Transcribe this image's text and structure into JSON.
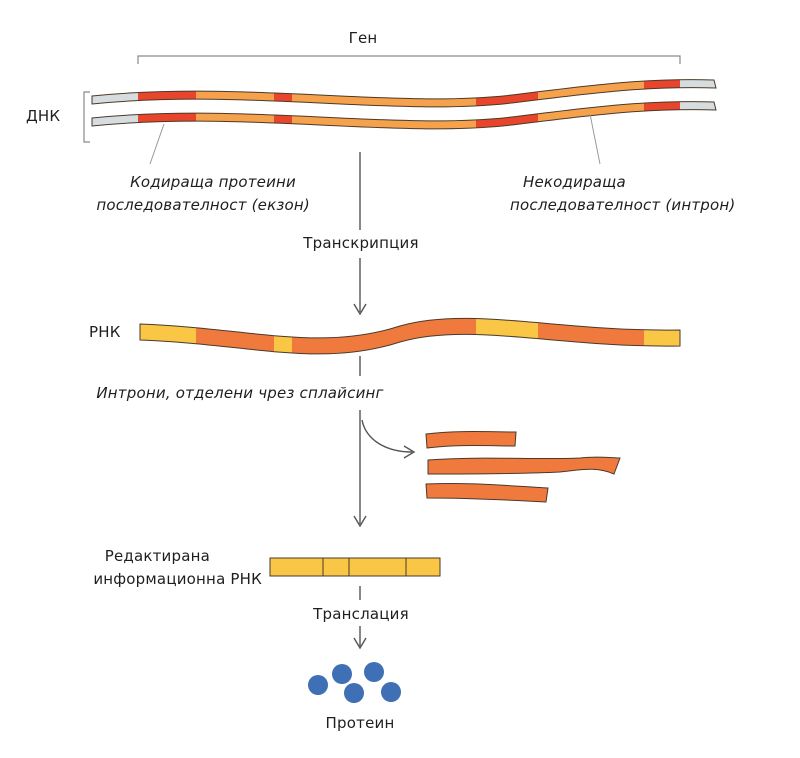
{
  "labels": {
    "gene": "Ген",
    "dna": "ДНК",
    "exon_line1": "Кодираща протеини",
    "exon_line2": "последователност (екзон)",
    "intron_line1": "Некодираща",
    "intron_line2": "последователност (интрон)",
    "transcription": "Транскрипция",
    "rna": "РНК",
    "splicing": "Интрони, отделени чрез сплайсинг",
    "mrna_line1": "Редактирана",
    "mrna_line2": "информационна РНК",
    "translation": "Транслация",
    "protein": "Протеин"
  },
  "colors": {
    "exon": "#f07a3e",
    "exon_red": "#e8452c",
    "intron": "#f6a24c",
    "mrna_segment": "#f9c646",
    "dna_end": "#d7dcdf",
    "outline": "#4a3a2a",
    "protein_blue": "#3f6fb4",
    "arrow": "#555555"
  }
}
